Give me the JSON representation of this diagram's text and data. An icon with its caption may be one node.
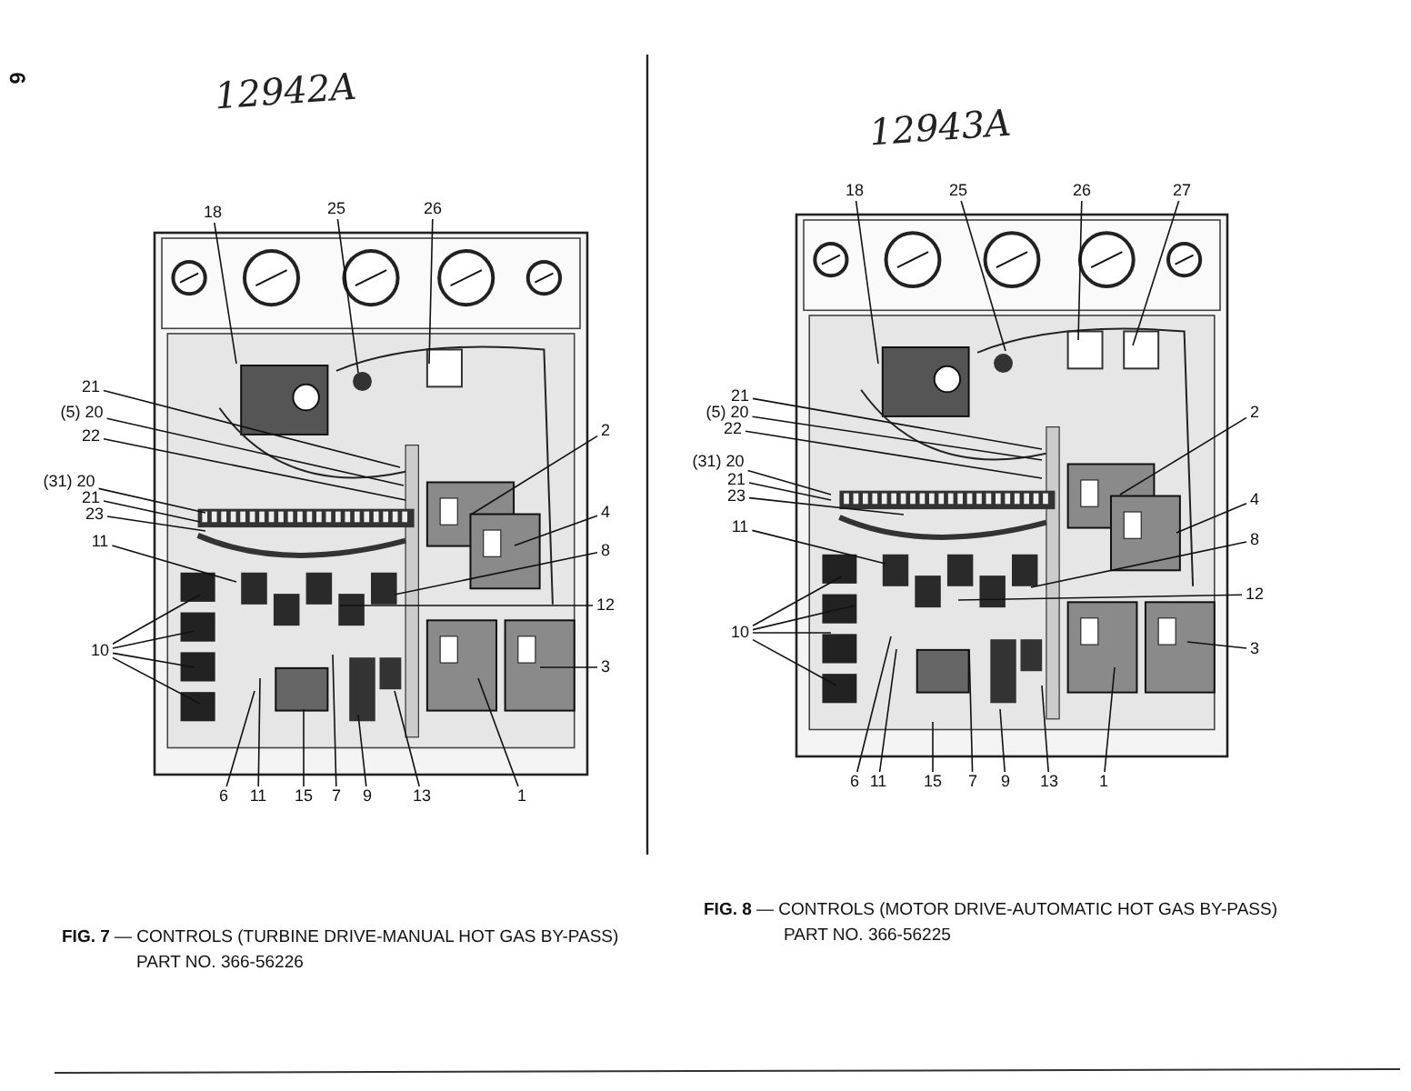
{
  "diagram": {
    "nodes": [
      {
        "text": [
          "18"
        ]
      },
      {
        "text": [
          "25"
        ]
      },
      {
        "text": [
          "26"
        ]
      },
      {
        "text": [
          "21"
        ]
      },
      {
        "text": [
          "(5) 20"
        ]
      },
      {
        "text": [
          "22"
        ]
      },
      {
        "text": [
          "(31) 20"
        ]
      },
      {
        "text": [
          "21"
        ]
      },
      {
        "text": [
          "23"
        ]
      },
      {
        "text": [
          "11"
        ]
      },
      {
        "text": [
          "10"
        ]
      },
      {
        "text": [
          "6"
        ]
      },
      {
        "text": [
          "11"
        ]
      },
      {
        "text": [
          "15"
        ]
      },
      {
        "text": [
          "7"
        ]
      },
      {
        "text": [
          "9"
        ]
      },
      {
        "text": [
          "13"
        ]
      },
      {
        "text": [
          "1"
        ]
      },
      {
        "text": [
          "2"
        ]
      },
      {
        "text": [
          "4"
        ]
      },
      {
        "text": [
          "8"
        ]
      },
      {
        "text": [
          "12"
        ]
      },
      {
        "text": [
          "3"
        ]
      },
      {
        "text": [
          "18"
        ]
      },
      {
        "text": [
          "25"
        ]
      },
      {
        "text": [
          "26"
        ]
      },
      {
        "text": [
          "27"
        ]
      },
      {
        "text": [
          "21"
        ]
      },
      {
        "text": [
          "(5) 20"
        ]
      },
      {
        "text": [
          "22"
        ]
      },
      {
        "text": [
          "(31) 20"
        ]
      },
      {
        "text": [
          "21"
        ]
      },
      {
        "text": [
          "23"
        ]
      },
      {
        "text": [
          "11"
        ]
      },
      {
        "text": [
          "10"
        ]
      },
      {
        "text": [
          "6"
        ]
      },
      {
        "text": [
          "11"
        ]
      },
      {
        "text": [
          "15"
        ]
      },
      {
        "text": [
          "7"
        ]
      },
      {
        "text": [
          "9"
        ]
      },
      {
        "text": [
          "13"
        ]
      },
      {
        "text": [
          "1"
        ]
      },
      {
        "text": [
          "2"
        ]
      },
      {
        "text": [
          "4"
        ]
      },
      {
        "text": [
          "8"
        ]
      },
      {
        "text": [
          "12"
        ]
      },
      {
        "text": [
          "3"
        ]
      }
    ],
    "edges": [
      {
        "from": 0,
        "to": null,
        "arrow": "none"
      },
      {
        "from": 1,
        "to": null,
        "arrow": "none"
      },
      {
        "from": 2,
        "to": null,
        "arrow": "none"
      },
      {
        "from": 3,
        "to": null,
        "arrow": "none"
      },
      {
        "from": 4,
        "to": null,
        "arrow": "none"
      },
      {
        "from": 5,
        "to": null,
        "arrow": "none"
      },
      {
        "from": 6,
        "to": null,
        "arrow": "none"
      },
      {
        "from": 7,
        "to": null,
        "arrow": "none"
      },
      {
        "from": 8,
        "to": null,
        "arrow": "none"
      },
      {
        "from": 9,
        "to": null,
        "arrow": "none"
      },
      {
        "from": 10,
        "to": null,
        "arrow": "none"
      },
      {
        "from": 10,
        "to": null,
        "arrow": "none"
      },
      {
        "from": 10,
        "to": null,
        "arrow": "none"
      },
      {
        "from": 10,
        "to": null,
        "arrow": "none"
      },
      {
        "from": 11,
        "to": null,
        "arrow": "none"
      },
      {
        "from": 12,
        "to": null,
        "arrow": "none"
      },
      {
        "from": 13,
        "to": null,
        "arrow": "none"
      },
      {
        "from": 14,
        "to": null,
        "arrow": "none"
      },
      {
        "from": 15,
        "to": null,
        "arrow": "none"
      },
      {
        "from": 16,
        "to": null,
        "arrow": "none"
      },
      {
        "from": 17,
        "to": null,
        "arrow": "none"
      },
      {
        "from": 18,
        "to": null,
        "arrow": "none"
      },
      {
        "from": 19,
        "to": null,
        "arrow": "none"
      },
      {
        "from": 20,
        "to": null,
        "arrow": "none"
      },
      {
        "from": 21,
        "to": null,
        "arrow": "none"
      },
      {
        "from": 22,
        "to": null,
        "arrow": "none"
      },
      {
        "from": 23,
        "to": null,
        "arrow": "none"
      },
      {
        "from": 24,
        "to": null,
        "arrow": "none"
      },
      {
        "from": 25,
        "to": null,
        "arrow": "none"
      },
      {
        "from": 26,
        "to": null,
        "arrow": "none"
      },
      {
        "from": 27,
        "to": null,
        "arrow": "none"
      },
      {
        "from": 28,
        "to": null,
        "arrow": "none"
      },
      {
        "from": 29,
        "to": null,
        "arrow": "none"
      },
      {
        "from": 30,
        "to": null,
        "arrow": "none"
      },
      {
        "from": 31,
        "to": null,
        "arrow": "none"
      },
      {
        "from": 32,
        "to": null,
        "arrow": "none"
      },
      {
        "from": 33,
        "to": null,
        "arrow": "none"
      },
      {
        "from": 34,
        "to": null,
        "arrow": "none"
      },
      {
        "from": 34,
        "to": null,
        "arrow": "none"
      },
      {
        "from": 34,
        "to": null,
        "arrow": "none"
      },
      {
        "from": 34,
        "to": null,
        "arrow": "none"
      },
      {
        "from": 35,
        "to": null,
        "arrow": "none"
      },
      {
        "from": 36,
        "to": null,
        "arrow": "none"
      },
      {
        "from": 37,
        "to": null,
        "arrow": "none"
      },
      {
        "from": 38,
        "to": null,
        "arrow": "none"
      },
      {
        "from": 39,
        "to": null,
        "arrow": "none"
      },
      {
        "from": 40,
        "to": null,
        "arrow": "none"
      },
      {
        "from": 41,
        "to": null,
        "arrow": "none"
      },
      {
        "from": 42,
        "to": null,
        "arrow": "none"
      },
      {
        "from": 43,
        "to": null,
        "arrow": "none"
      },
      {
        "from": 44,
        "to": null,
        "arrow": "none"
      },
      {
        "from": 45,
        "to": null,
        "arrow": "none"
      },
      {
        "from": 46,
        "to": null,
        "arrow": "none"
      }
    ],
    "labels": [
      "6",
      "12942A",
      "12943A",
      "**FIG. 7** — CONTROLS (TURBINE DRIVE-MANUAL HOT GAS BY-PASS)",
      "PART NO. 366-56226",
      "**FIG. 8** — CONTROLS (MOTOR DRIVE-AUTOMATIC HOT GAS BY-PASS)",
      "PART NO. 366-56225"
    ]
  }
}
